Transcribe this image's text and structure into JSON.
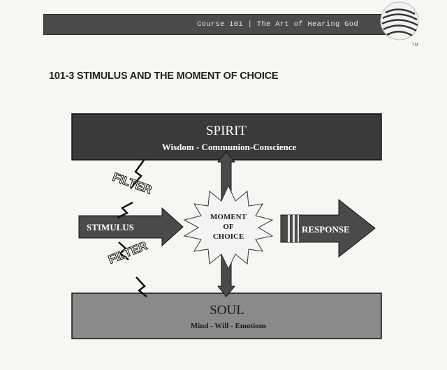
{
  "header": {
    "course_title": "Course 101 | The Art of Hearing God",
    "logo_tm": "TM"
  },
  "page_title": "101-3 STIMULUS AND THE MOMENT OF CHOICE",
  "diagram": {
    "spirit": {
      "title": "SPIRIT",
      "subtitle": "Wisdom - Communion-Conscience"
    },
    "soul": {
      "title": "SOUL",
      "subtitle": "Mind - Will - Emotions"
    },
    "stimulus_label": "STIMULUS",
    "response_label": "RESPONSE",
    "choice_label_lines": [
      "MOMENT",
      "OF",
      "CHOICE"
    ],
    "filter_label": "FILTER",
    "colors": {
      "spirit_box": "#3a3a3a",
      "soul_box": "#8a8a8a",
      "arrow": "#4a4a4a",
      "starburst": "#f4f4f4"
    }
  }
}
